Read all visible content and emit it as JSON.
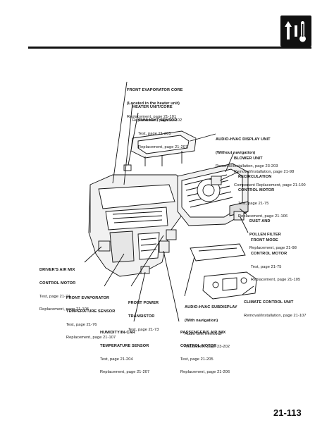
{
  "page_number": "21-113",
  "callouts": [
    {
      "title": "FRONT EVAPORATOR CORE",
      "sub": "(Located in the heater unit)",
      "lines": [
        "Replacement, page 21-101"
      ]
    },
    {
      "title": "HEATER UNIT/CORE",
      "sub": "",
      "lines": [
        "Replacement, page 21-102"
      ]
    },
    {
      "title": "SUNLIGHT SENSOR",
      "sub": "",
      "lines": [
        "Test, page 21-205",
        "Replacement, page 21-207"
      ]
    },
    {
      "title": "AUDIO-HVAC DISPLAY UNIT",
      "sub": "(Without navigation)",
      "lines": [
        "Removal/Installation, page 23-203"
      ]
    },
    {
      "title": "BLOWER UNIT",
      "sub": "",
      "lines": [
        "Removal/Installation, page 21-98",
        "Component Replacement, page 21-100"
      ]
    },
    {
      "title": "RECIRCULATION",
      "sub": "CONTROL MOTOR",
      "lines": [
        "Test, page 21-75",
        "Replacement, page 21-106"
      ]
    },
    {
      "title": "DUST AND",
      "sub": "POLLEN FILTER",
      "lines": [
        "Replacement, page 21-98"
      ]
    },
    {
      "title": "FRONT MODE",
      "sub": "CONTROL MOTOR",
      "lines": [
        "Test, page 21-75",
        "Replacement, page 21-105"
      ]
    },
    {
      "title": "DRIVER'S AIR MIX",
      "sub": "CONTROL MOTOR",
      "lines": [
        "Test, page 21-74",
        "Replacement, page 21-105"
      ]
    },
    {
      "title": "FRONT EVAPORATOR",
      "sub": "TEMPERATURE SENSOR",
      "lines": [
        "Test, page 21-76",
        "Replacement, page 21-107"
      ]
    },
    {
      "title": "FRONT POWER",
      "sub": "TRANSISTOR",
      "lines": [
        "Test, page 21-73"
      ]
    },
    {
      "title": "AUDIO-HVAC SUBDISPLAY",
      "sub": "(With navigation)",
      "lines": [
        "Audio Unit Removal/",
        "Installation, page 23-202"
      ]
    },
    {
      "title": "CLIMATE CONTROL UNIT",
      "sub": "",
      "lines": [
        "Removal/Installation, page 21-107"
      ]
    },
    {
      "title": "HUMIDITY/IN-CAR",
      "sub": "TEMPERATURE SENSOR",
      "lines": [
        "Test, page 21-204",
        "Replacement, page 21-207"
      ]
    },
    {
      "title": "PASSENGER'S AIR MIX",
      "sub": "CONTROL MOTOR",
      "lines": [
        "Test, page 21-205",
        "Replacement, page 21-206"
      ]
    }
  ]
}
